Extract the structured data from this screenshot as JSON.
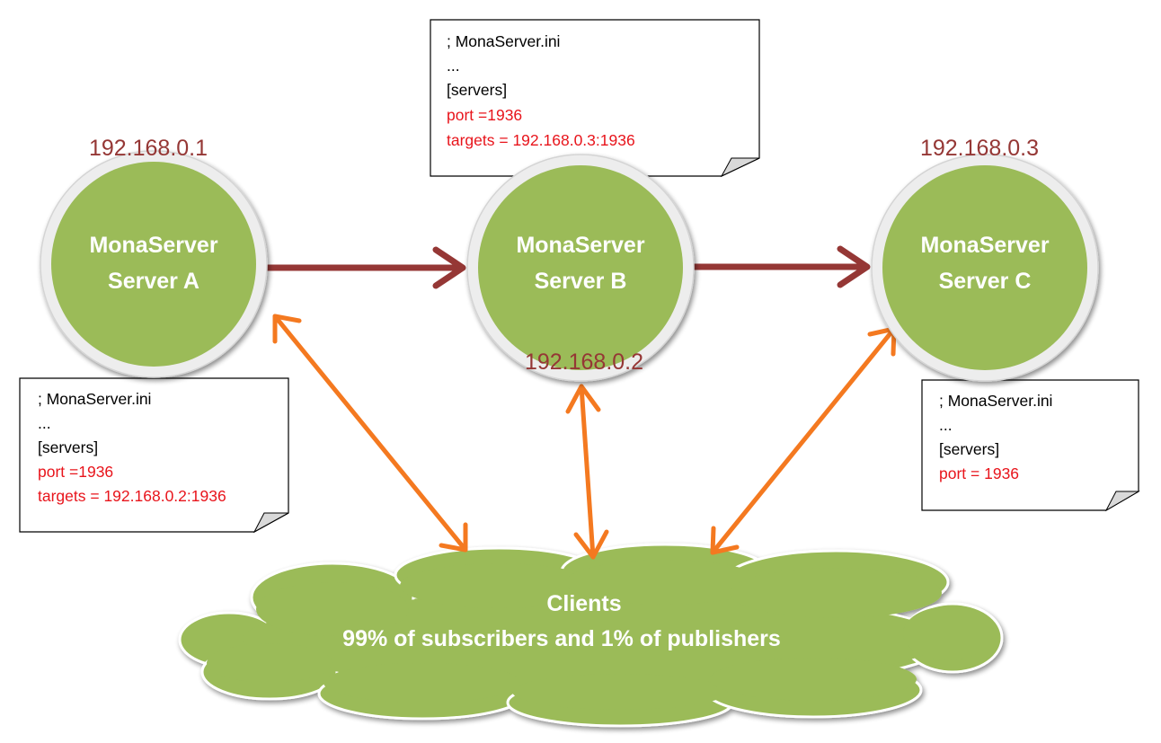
{
  "colors": {
    "node_fill": "#9bbb59",
    "node_ring": "#ededed",
    "ip_text": "#953735",
    "server_arrow": "#953735",
    "client_arrow": "#f47920",
    "config_highlight": "#e8141b"
  },
  "servers": [
    {
      "line1": "MonaServer",
      "line2": "Server A",
      "ip": "192.168.0.1"
    },
    {
      "line1": "MonaServer",
      "line2": "Server B",
      "ip": "192.168.0.2"
    },
    {
      "line1": "MonaServer",
      "line2": "Server C",
      "ip": "192.168.0.3"
    }
  ],
  "notes": {
    "a": {
      "lines": [
        "; MonaServer.ini",
        "...",
        "[servers]"
      ],
      "highlight": [
        "port =1936",
        "targets = 192.168.0.2:1936"
      ]
    },
    "b": {
      "lines": [
        "; MonaServer.ini",
        "...",
        "[servers]"
      ],
      "highlight": [
        "port =1936",
        "targets = 192.168.0.3:1936"
      ]
    },
    "c": {
      "lines": [
        "; MonaServer.ini",
        "...",
        "[servers]"
      ],
      "highlight": [
        "port = 1936"
      ]
    }
  },
  "clients": {
    "line1": "Clients",
    "line2": "99% of subscribers and 1% of publishers"
  },
  "connections": [
    {
      "from": "server-a",
      "to": "server-b",
      "kind": "server-link",
      "direction": "one-way"
    },
    {
      "from": "server-b",
      "to": "server-c",
      "kind": "server-link",
      "direction": "one-way"
    },
    {
      "from": "server-a",
      "to": "clients",
      "kind": "client-link",
      "direction": "two-way"
    },
    {
      "from": "server-b",
      "to": "clients",
      "kind": "client-link",
      "direction": "two-way"
    },
    {
      "from": "server-c",
      "to": "clients",
      "kind": "client-link",
      "direction": "two-way"
    }
  ]
}
